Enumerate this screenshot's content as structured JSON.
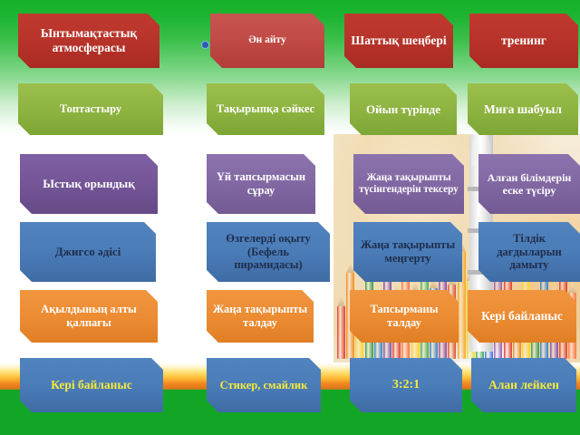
{
  "slide": {
    "title": "Sabaq kezendері diagram",
    "background": {
      "top_color": "#16b12a",
      "band_color": "#e8761a",
      "bottom_color": "#13a626",
      "photo_caption": "colored-pencils-rocket-photo"
    },
    "palette": {
      "red": "#b8342b",
      "red_light": "#c04a45",
      "green": "#8fb442",
      "purple": "#745597",
      "purple_light": "#8268a3",
      "blue": "#4a7cb8",
      "orange": "#ec8c33",
      "text_white": "#ffffff",
      "text_yellow": "#f5e93c",
      "text_dark": "#1f2d4a"
    },
    "rows": [
      {
        "name": "row-1-red",
        "color": "red",
        "boxes": [
          {
            "label": "Ынтымақтастық атмосферасы",
            "color": "red",
            "text": "white"
          },
          {
            "label": "Ән айту",
            "color": "red2",
            "text": "white"
          },
          {
            "label": "Шаттық шеңбері",
            "color": "red",
            "text": "white"
          },
          {
            "label": "тренинг",
            "color": "red",
            "text": "white"
          }
        ]
      },
      {
        "name": "row-2-green",
        "color": "green",
        "boxes": [
          {
            "label": "Топтастыру",
            "color": "green",
            "text": "white"
          },
          {
            "label": "Тақырыпқа сәйкес",
            "color": "green",
            "text": "white"
          },
          {
            "label": "Ойын түрінде",
            "color": "green",
            "text": "white"
          },
          {
            "label": "Миға шабуыл",
            "color": "green",
            "text": "white"
          }
        ]
      },
      {
        "name": "row-3-purple",
        "color": "purple",
        "boxes": [
          {
            "label": "Ыстық орындық",
            "color": "purple",
            "text": "white"
          },
          {
            "label": "Үй тапсырмасын сұрау",
            "color": "purple2",
            "text": "white"
          },
          {
            "label": "Жаңа тақырыпты түсінгендерін тексеру",
            "color": "purple2",
            "text": "white"
          },
          {
            "label": "Алған білімдерін еске түсіру",
            "color": "purple2",
            "text": "white"
          }
        ]
      },
      {
        "name": "row-4-blue",
        "color": "blue",
        "boxes": [
          {
            "label": "Джигсо әдісі",
            "color": "blue",
            "text": "dark"
          },
          {
            "label": "Өзгелерді оқыту (Бефель пирамидасы)",
            "color": "blue",
            "text": "dark"
          },
          {
            "label": "Жаңа тақырыпты меңгерту",
            "color": "blue",
            "text": "dark"
          },
          {
            "label": "Тілдік дағдыларын дамыту",
            "color": "blue",
            "text": "dark"
          }
        ]
      },
      {
        "name": "row-5-orange",
        "color": "orange",
        "boxes": [
          {
            "label": "Ақылдының алты қалпағы",
            "color": "orange",
            "text": "white"
          },
          {
            "label": "Жаңа тақырыпты талдау",
            "color": "orange",
            "text": "white"
          },
          {
            "label": "Тапсырманы талдау",
            "color": "orange",
            "text": "white"
          },
          {
            "label": "Кері байланыс",
            "color": "orange",
            "text": "white"
          }
        ]
      },
      {
        "name": "row-6-blue",
        "color": "blue",
        "boxes": [
          {
            "label": "Кері байланыс",
            "color": "blue",
            "text": "yellow"
          },
          {
            "label": "Стикер, смайлик",
            "color": "blue",
            "text": "yellow"
          },
          {
            "label": "3:2:1",
            "color": "blue",
            "text": "yellow"
          },
          {
            "label": "Алан лейкен",
            "color": "blue",
            "text": "yellow"
          }
        ]
      }
    ]
  }
}
